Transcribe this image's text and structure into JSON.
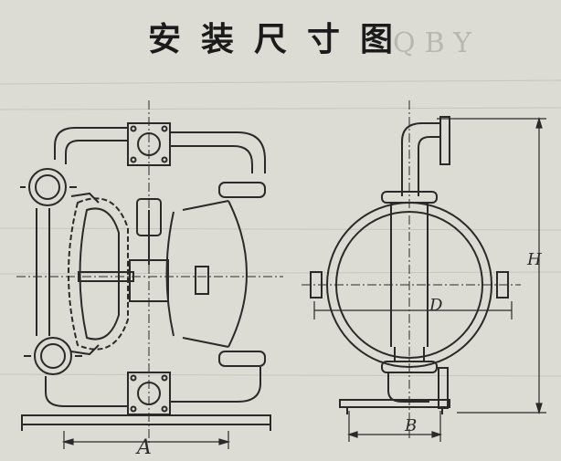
{
  "title": "安装尺寸图",
  "ghost_text": "QBY",
  "labels": {
    "A": "A",
    "B": "B",
    "D": "D",
    "H": "H"
  },
  "colors": {
    "line": "#2a2a2a",
    "paper": "#dcdcd4",
    "shade": "#c8c8c0"
  }
}
